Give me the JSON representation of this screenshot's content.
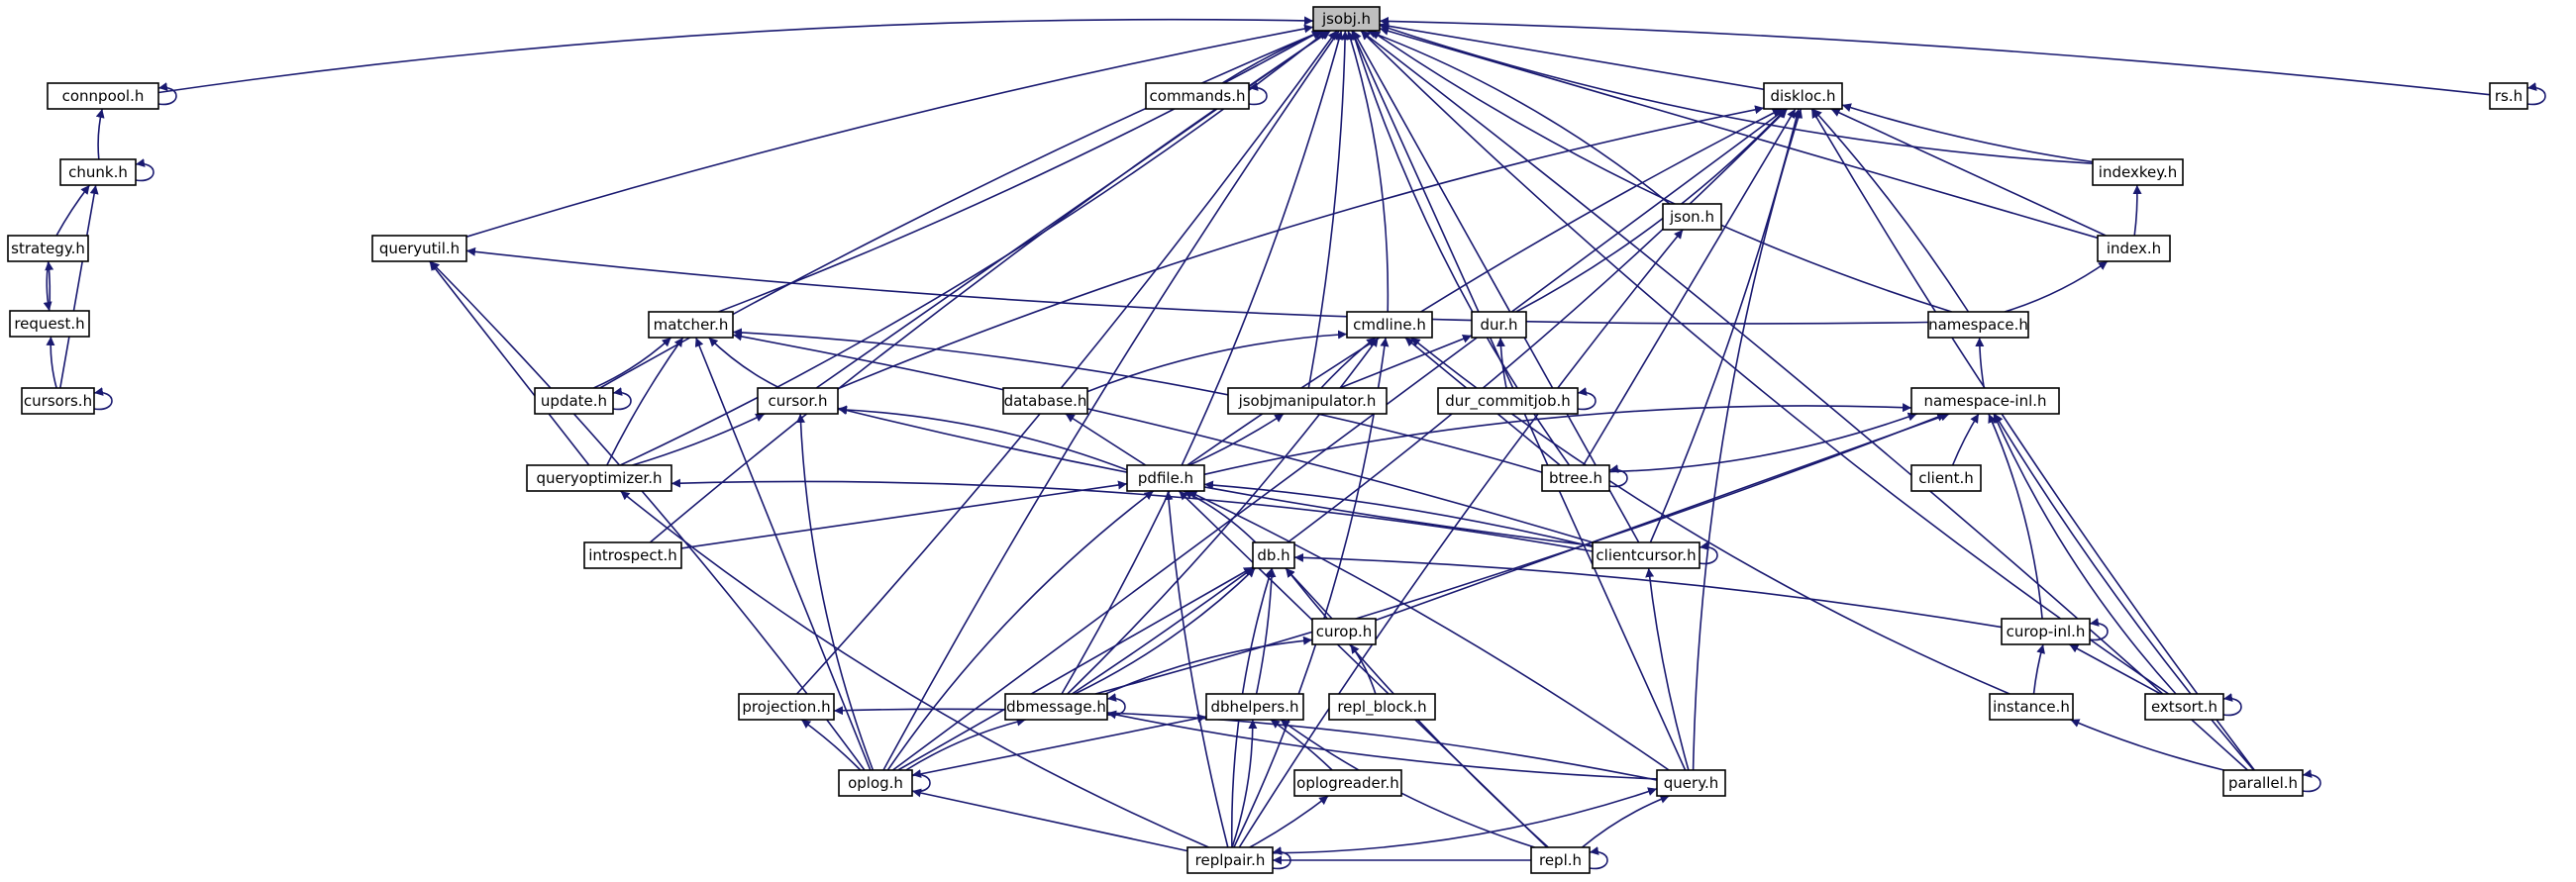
{
  "colors": {
    "edge": "#191970",
    "node_border": "#000000",
    "root_fill": "#bfbfbf",
    "node_fill": "#ffffff"
  },
  "nodes": [
    {
      "id": "jsobj",
      "label": "jsobj.h",
      "root": true
    },
    {
      "id": "connpool",
      "label": "connpool.h"
    },
    {
      "id": "commands",
      "label": "commands.h"
    },
    {
      "id": "diskloc",
      "label": "diskloc.h"
    },
    {
      "id": "rs",
      "label": "rs.h"
    },
    {
      "id": "chunk",
      "label": "chunk.h"
    },
    {
      "id": "json",
      "label": "json.h"
    },
    {
      "id": "indexkey",
      "label": "indexkey.h"
    },
    {
      "id": "strategy",
      "label": "strategy.h"
    },
    {
      "id": "queryutil",
      "label": "queryutil.h"
    },
    {
      "id": "index",
      "label": "index.h"
    },
    {
      "id": "request",
      "label": "request.h"
    },
    {
      "id": "matcher",
      "label": "matcher.h"
    },
    {
      "id": "cmdline",
      "label": "cmdline.h"
    },
    {
      "id": "dur",
      "label": "dur.h"
    },
    {
      "id": "namespace",
      "label": "namespace.h"
    },
    {
      "id": "cursors",
      "label": "cursors.h"
    },
    {
      "id": "update",
      "label": "update.h"
    },
    {
      "id": "cursor",
      "label": "cursor.h"
    },
    {
      "id": "database",
      "label": "database.h"
    },
    {
      "id": "jsobjmanipulator",
      "label": "jsobjmanipulator.h"
    },
    {
      "id": "dur_commitjob",
      "label": "dur_commitjob.h"
    },
    {
      "id": "namespace_inl",
      "label": "namespace-inl.h"
    },
    {
      "id": "queryoptimizer",
      "label": "queryoptimizer.h"
    },
    {
      "id": "pdfile",
      "label": "pdfile.h"
    },
    {
      "id": "btree",
      "label": "btree.h"
    },
    {
      "id": "client",
      "label": "client.h"
    },
    {
      "id": "introspect",
      "label": "introspect.h"
    },
    {
      "id": "clientcursor",
      "label": "clientcursor.h"
    },
    {
      "id": "db",
      "label": "db.h"
    },
    {
      "id": "curop",
      "label": "curop.h"
    },
    {
      "id": "curop_inl",
      "label": "curop-inl.h"
    },
    {
      "id": "repl_block",
      "label": "repl_block.h"
    },
    {
      "id": "projection",
      "label": "projection.h"
    },
    {
      "id": "dbmessage",
      "label": "dbmessage.h"
    },
    {
      "id": "dbhelpers",
      "label": "dbhelpers.h"
    },
    {
      "id": "instance",
      "label": "instance.h"
    },
    {
      "id": "extsort",
      "label": "extsort.h"
    },
    {
      "id": "oplog",
      "label": "oplog.h"
    },
    {
      "id": "oplogreader",
      "label": "oplogreader.h"
    },
    {
      "id": "query",
      "label": "query.h"
    },
    {
      "id": "parallel",
      "label": "parallel.h"
    },
    {
      "id": "replpair",
      "label": "replpair.h"
    },
    {
      "id": "repl",
      "label": "repl.h"
    }
  ],
  "edges": [
    [
      "connpool",
      "jsobj"
    ],
    [
      "commands",
      "jsobj"
    ],
    [
      "diskloc",
      "jsobj"
    ],
    [
      "rs",
      "jsobj"
    ],
    [
      "json",
      "jsobj"
    ],
    [
      "indexkey",
      "jsobj"
    ],
    [
      "queryutil",
      "jsobj"
    ],
    [
      "index",
      "jsobj"
    ],
    [
      "matcher",
      "jsobj"
    ],
    [
      "cmdline",
      "jsobj"
    ],
    [
      "namespace",
      "jsobj"
    ],
    [
      "update",
      "jsobj"
    ],
    [
      "cursor",
      "jsobj"
    ],
    [
      "jsobjmanipulator",
      "jsobj"
    ],
    [
      "queryoptimizer",
      "jsobj"
    ],
    [
      "btree",
      "jsobj"
    ],
    [
      "introspect",
      "jsobj"
    ],
    [
      "clientcursor",
      "jsobj"
    ],
    [
      "projection",
      "jsobj"
    ],
    [
      "dbmessage",
      "jsobj"
    ],
    [
      "extsort",
      "jsobj"
    ],
    [
      "oplog",
      "jsobj"
    ],
    [
      "query",
      "jsobj"
    ],
    [
      "parallel",
      "jsobj"
    ],
    [
      "connpool",
      "connpool"
    ],
    [
      "commands",
      "commands"
    ],
    [
      "rs",
      "rs"
    ],
    [
      "chunk",
      "chunk"
    ],
    [
      "cursors",
      "cursors"
    ],
    [
      "update",
      "update"
    ],
    [
      "dur_commitjob",
      "dur_commitjob"
    ],
    [
      "btree",
      "btree"
    ],
    [
      "clientcursor",
      "clientcursor"
    ],
    [
      "curop_inl",
      "curop_inl"
    ],
    [
      "dbmessage",
      "dbmessage"
    ],
    [
      "extsort",
      "extsort"
    ],
    [
      "oplog",
      "oplog"
    ],
    [
      "parallel",
      "parallel"
    ],
    [
      "replpair",
      "replpair"
    ],
    [
      "repl",
      "repl"
    ],
    [
      "chunk",
      "connpool"
    ],
    [
      "strategy",
      "chunk"
    ],
    [
      "cursors",
      "chunk"
    ],
    [
      "request",
      "strategy"
    ],
    [
      "strategy",
      "request"
    ],
    [
      "cursors",
      "request"
    ],
    [
      "indexkey",
      "diskloc"
    ],
    [
      "index",
      "diskloc"
    ],
    [
      "namespace",
      "diskloc"
    ],
    [
      "dur",
      "diskloc"
    ],
    [
      "cursor",
      "diskloc"
    ],
    [
      "pdfile",
      "diskloc"
    ],
    [
      "btree",
      "diskloc"
    ],
    [
      "clientcursor",
      "diskloc"
    ],
    [
      "dbmessage",
      "diskloc"
    ],
    [
      "query",
      "diskloc"
    ],
    [
      "parallel",
      "diskloc"
    ],
    [
      "oplog",
      "diskloc"
    ],
    [
      "index",
      "indexkey"
    ],
    [
      "namespace",
      "index"
    ],
    [
      "namespace",
      "queryutil"
    ],
    [
      "namespace_inl",
      "namespace"
    ],
    [
      "queryoptimizer",
      "queryutil"
    ],
    [
      "oplog",
      "queryutil"
    ],
    [
      "update",
      "matcher"
    ],
    [
      "cursor",
      "matcher"
    ],
    [
      "queryoptimizer",
      "matcher"
    ],
    [
      "oplog",
      "matcher"
    ],
    [
      "clientcursor",
      "matcher"
    ],
    [
      "btree",
      "matcher"
    ],
    [
      "database",
      "cmdline"
    ],
    [
      "jsobjmanipulator",
      "cmdline"
    ],
    [
      "btree",
      "cmdline"
    ],
    [
      "dbmessage",
      "cmdline"
    ],
    [
      "replpair",
      "cmdline"
    ],
    [
      "instance",
      "cmdline"
    ],
    [
      "dur_commitjob",
      "dur"
    ],
    [
      "jsobjmanipulator",
      "dur"
    ],
    [
      "queryoptimizer",
      "cursor"
    ],
    [
      "pdfile",
      "cursor"
    ],
    [
      "oplog",
      "cursor"
    ],
    [
      "clientcursor",
      "cursor"
    ],
    [
      "pdfile",
      "database"
    ],
    [
      "pdfile",
      "jsobjmanipulator"
    ],
    [
      "btree",
      "namespace_inl"
    ],
    [
      "pdfile",
      "namespace_inl"
    ],
    [
      "client",
      "namespace_inl"
    ],
    [
      "curop",
      "namespace_inl"
    ],
    [
      "dbmessage",
      "namespace_inl"
    ],
    [
      "curop_inl",
      "namespace_inl"
    ],
    [
      "extsort",
      "namespace_inl"
    ],
    [
      "parallel",
      "namespace_inl"
    ],
    [
      "introspect",
      "pdfile"
    ],
    [
      "clientcursor",
      "pdfile"
    ],
    [
      "db",
      "pdfile"
    ],
    [
      "oplog",
      "pdfile"
    ],
    [
      "replpair",
      "pdfile"
    ],
    [
      "repl",
      "pdfile"
    ],
    [
      "query",
      "pdfile"
    ],
    [
      "clientcursor",
      "queryoptimizer"
    ],
    [
      "replpair",
      "queryoptimizer"
    ],
    [
      "query",
      "clientcursor"
    ],
    [
      "curop",
      "db"
    ],
    [
      "dbhelpers",
      "db"
    ],
    [
      "dbmessage",
      "db"
    ],
    [
      "replpair",
      "db"
    ],
    [
      "repl",
      "db"
    ],
    [
      "oplog",
      "db"
    ],
    [
      "curop_inl",
      "db"
    ],
    [
      "repl_block",
      "curop"
    ],
    [
      "dbmessage",
      "curop"
    ],
    [
      "instance",
      "curop_inl"
    ],
    [
      "extsort",
      "curop_inl"
    ],
    [
      "oplog",
      "projection"
    ],
    [
      "query",
      "projection"
    ],
    [
      "oplog",
      "dbmessage"
    ],
    [
      "query",
      "dbmessage"
    ],
    [
      "oplog",
      "dbhelpers"
    ],
    [
      "oplogreader",
      "dbhelpers"
    ],
    [
      "replpair",
      "dbhelpers"
    ],
    [
      "repl",
      "dbhelpers"
    ],
    [
      "parallel",
      "instance"
    ],
    [
      "replpair",
      "oplog"
    ],
    [
      "replpair",
      "oplogreader"
    ],
    [
      "replpair",
      "query"
    ],
    [
      "repl",
      "query"
    ],
    [
      "replpair",
      "json"
    ],
    [
      "repl",
      "replpair"
    ]
  ]
}
